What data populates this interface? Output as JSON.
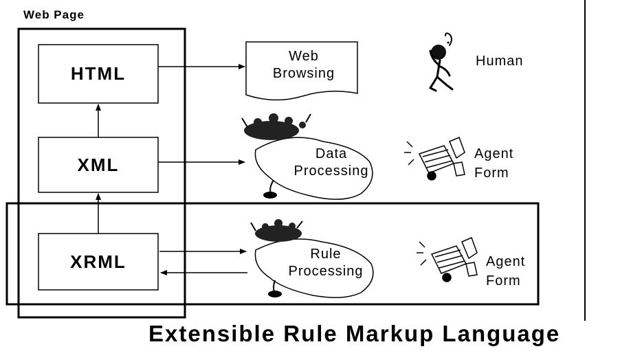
{
  "web_page_label": "Web Page",
  "boxes": {
    "html": "HTML",
    "xml": "XML",
    "xrml": "XRML"
  },
  "processes": {
    "web_browsing": [
      "Web",
      "Browsing"
    ],
    "data_processing": [
      "Data",
      "Processing"
    ],
    "rule_processing": [
      "Rule",
      "Processing"
    ]
  },
  "actors": {
    "human": "Human",
    "agent_form_1": [
      "Agent",
      "Form"
    ],
    "agent_form_2": [
      "Agent",
      "Form"
    ]
  },
  "title": "Extensible Rule Markup Language"
}
